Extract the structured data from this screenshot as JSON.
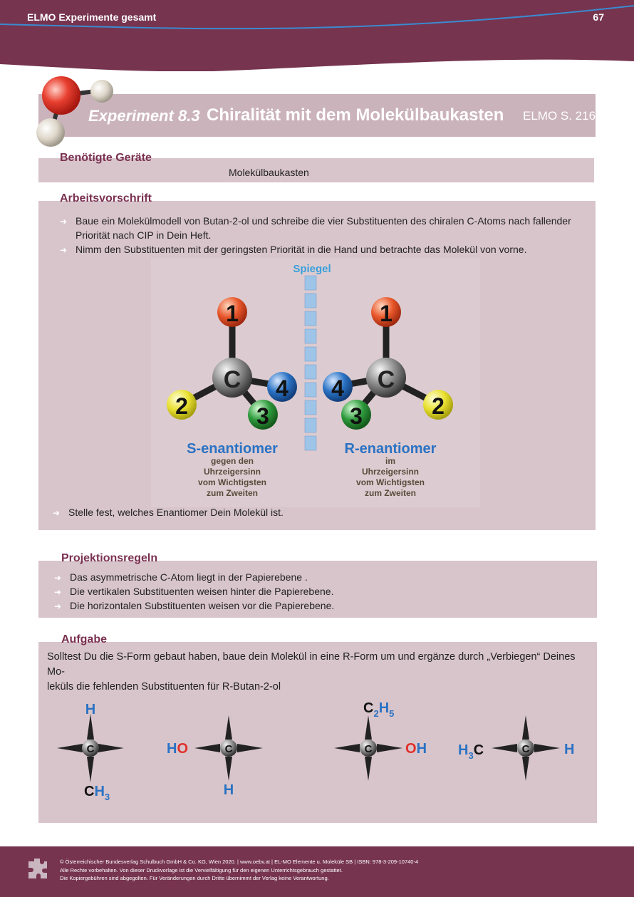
{
  "header": {
    "title": "ELMO Experimente gesamt",
    "page_number": "67"
  },
  "experiment": {
    "label": "Experiment",
    "number": "8.3",
    "title": "Chiralität mit dem Molekülbaukasten",
    "reference": "ELMO S. 216"
  },
  "equipment": {
    "heading": "Benötigte Geräte",
    "item": "Molekülbaukasten"
  },
  "procedure": {
    "heading": "Arbeitsvorschrift",
    "steps": [
      "Baue ein Molekülmodell von Butan-2-ol und schreibe die vier Substituenten des chiralen C-Atoms nach fallender",
      "Priorität nach CIP in Dein Heft.",
      "Nimm den Substituenten mit der geringsten Priorität in die Hand und betrachte das Molekül von vorne."
    ],
    "final_step": "Stelle fest, welches Enantiomer Dein Molekül ist."
  },
  "diagram": {
    "mirror_label": "Spiegel",
    "center_atom": "C",
    "left": {
      "name": "S-enantiomer",
      "desc": [
        "gegen den",
        "Uhrzeigersinn",
        "vom Wichtigsten",
        "zum Zweiten"
      ],
      "substituents": [
        "1",
        "2",
        "3",
        "4"
      ]
    },
    "right": {
      "name": "R-enantiomer",
      "desc": [
        "im",
        "Uhrzeigersinn",
        "vom Wichtigsten",
        "zum Zweiten"
      ],
      "substituents": [
        "1",
        "2",
        "3",
        "4"
      ]
    },
    "colors": {
      "p1": "#e8562a",
      "p2": "#e8e030",
      "p3": "#2e9a3c",
      "p4": "#2a72c4",
      "carbon": "#8a8a8a",
      "mirror": "#9ec4e8",
      "label": "#2a72c4"
    }
  },
  "projection": {
    "heading": "Projektionsregeln",
    "rules": [
      "Das asymmetrische C-Atom liegt in der Papierebene .",
      "Die vertikalen Substituenten weisen hinter die Papierebene.",
      "Die horizontalen Substituenten weisen vor die Papierebene."
    ]
  },
  "task": {
    "heading": "Aufgabe",
    "text_line1": "Solltest Du die S-Form gebaut haben, baue dein Molekül in eine R-Form um und ergänze durch „Verbiegen“ Deines Mo-",
    "text_line2": "leküls die fehlenden Substituenten für R-Butan-2-ol",
    "fischer": [
      {
        "top": "H",
        "bottom": "CH3",
        "left": "",
        "right": ""
      },
      {
        "top": "",
        "bottom": "H",
        "left": "HO",
        "right": ""
      },
      {
        "top": "C2H5",
        "bottom": "",
        "left": "",
        "right": "OH"
      },
      {
        "top": "",
        "bottom": "",
        "left": "H3C",
        "right": "H"
      }
    ]
  },
  "footer": {
    "line1": "© Österreichischer Bundesverlag Schulbuch GmbH & Co. KG, Wien 2020. | www.oebv.at | EL-MO Elemente u. Moleküle SB | ISBN: 978-3-209-10740-4",
    "line2": "Alle Rechte vorbehalten. Von dieser Druckvorlage ist die Vervielfältigung für den eigenen Unterrichtsgebrauch gestattet.",
    "line3": "Die Kopiergebühren sind abgegolten. Für Veränderungen durch Dritte übernimmt der Verlag keine Verantwortung."
  },
  "colors": {
    "brand": "#76344f",
    "heading": "#7a3050",
    "box": "#d8c5cb",
    "title_band": "#cbb3bc",
    "accent_blue": "#2a72c4",
    "hetero_red": "#e0302a"
  }
}
